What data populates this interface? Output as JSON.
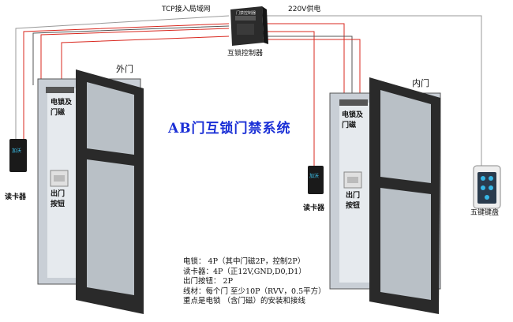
{
  "title": "AB门互锁门禁系统",
  "wires": {
    "tcp_label": "TCP接入局域网",
    "power_label": "220V供电"
  },
  "controller": {
    "label": "互锁控制器",
    "panel_text": "门禁控制器"
  },
  "outer_door": {
    "label": "外门",
    "lock_label": [
      "电锁及",
      "门磁"
    ],
    "exit_button_label": [
      "出门",
      "按钮"
    ],
    "reader_label": "读卡器",
    "reader_brand": "加沃"
  },
  "inner_door": {
    "label": "内门",
    "lock_label": [
      "电锁及",
      "门磁"
    ],
    "exit_button_label": [
      "出门",
      "按钮"
    ],
    "reader_label": "读卡器",
    "reader_brand": "加沃"
  },
  "keypad": {
    "label": "五键键盘"
  },
  "notes": [
    "电锁：  4P（其中门磁2P，控制2P）",
    "读卡器：4P（正12V,GND,D0,D1）",
    "出门按钮：  2P",
    "    线材：每个门  至少10P（RVV，0.5平方）",
    "重点是电锁  （含门磁）的安装和接线"
  ],
  "colors": {
    "title": "#1a2fd6",
    "wire_red": "#d9281f",
    "wire_gray": "#9a9a9a",
    "door_frame": "#2a2a2a"
  }
}
